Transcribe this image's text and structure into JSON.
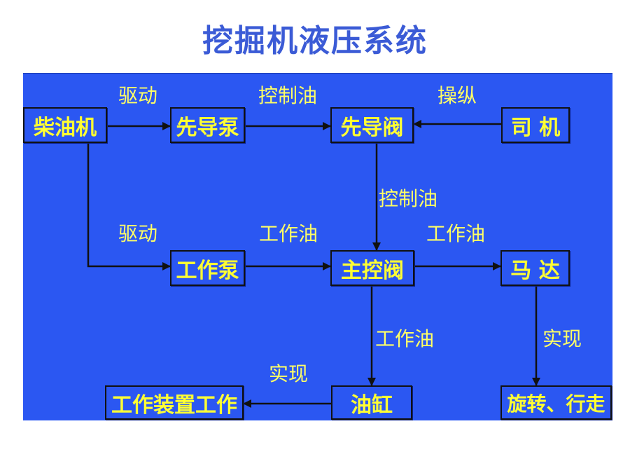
{
  "title": "挖掘机液压系统",
  "nodes": {
    "diesel": "柴油机",
    "pilot_pump": "先导泵",
    "pilot_valve": "先导阀",
    "driver": "司 机",
    "work_pump": "工作泵",
    "main_valve": "主控阀",
    "motor": "马 达",
    "cylinder": "油缸",
    "work_device": "工作装置工作",
    "rotate_travel": "旋转、行走"
  },
  "edge_labels": {
    "drive_1": "驱动",
    "control_oil_1": "控制油",
    "operate": "操纵",
    "control_oil_2": "控制油",
    "drive_2": "驱动",
    "work_oil_1": "工作油",
    "work_oil_2": "工作油",
    "work_oil_3": "工作油",
    "realize_1": "实现",
    "realize_2": "实现"
  },
  "colors": {
    "title": "#3b5bd6",
    "background": "#2b57f2",
    "text": "#ffff33",
    "line": "#111111"
  }
}
